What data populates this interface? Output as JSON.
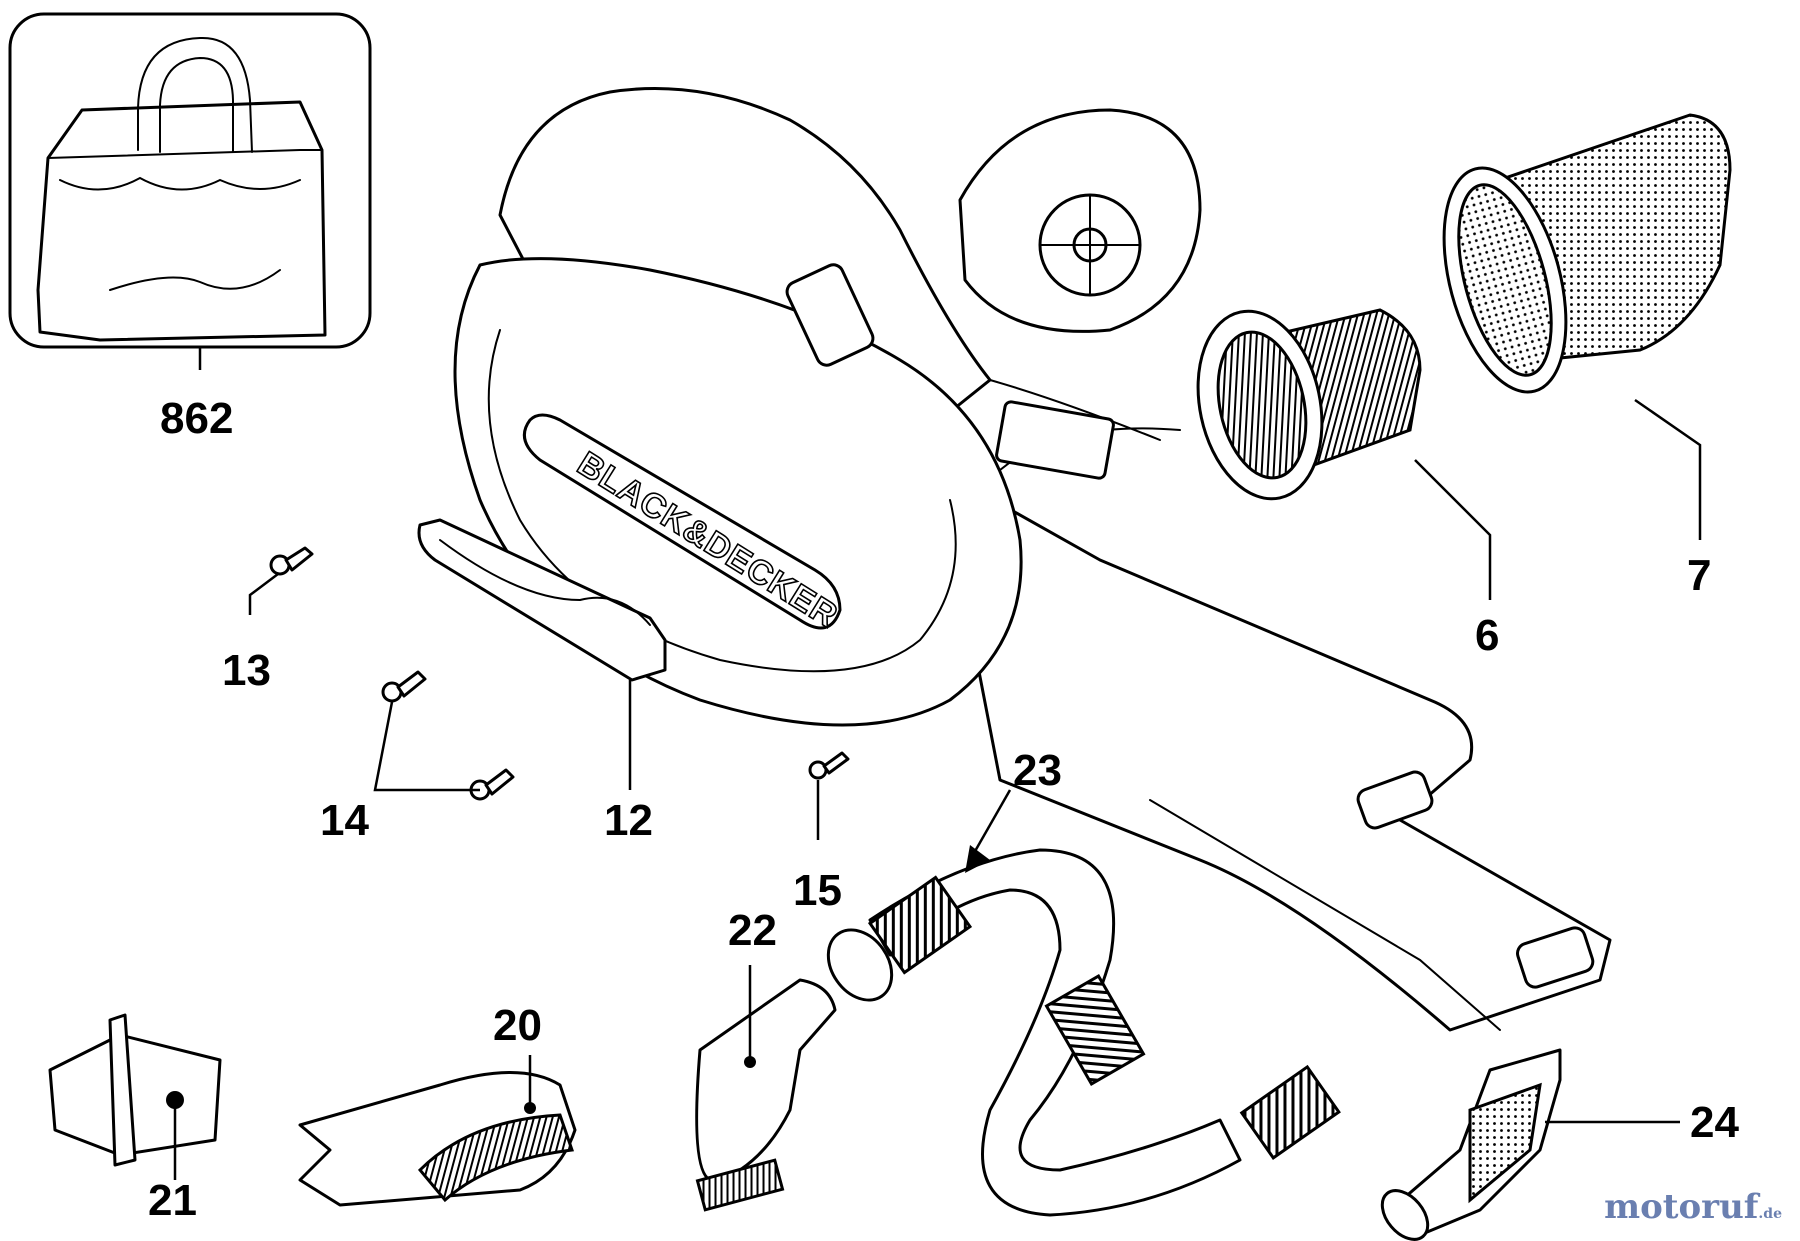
{
  "brand": "BLACK&DECKER",
  "watermark": {
    "text": "motoruf",
    "suffix": ".de"
  },
  "labels": {
    "l862": "862",
    "l6": "6",
    "l7": "7",
    "l12": "12",
    "l13": "13",
    "l14": "14",
    "l15": "15",
    "l20": "20",
    "l21": "21",
    "l22": "22",
    "l23": "23",
    "l24": "24"
  }
}
